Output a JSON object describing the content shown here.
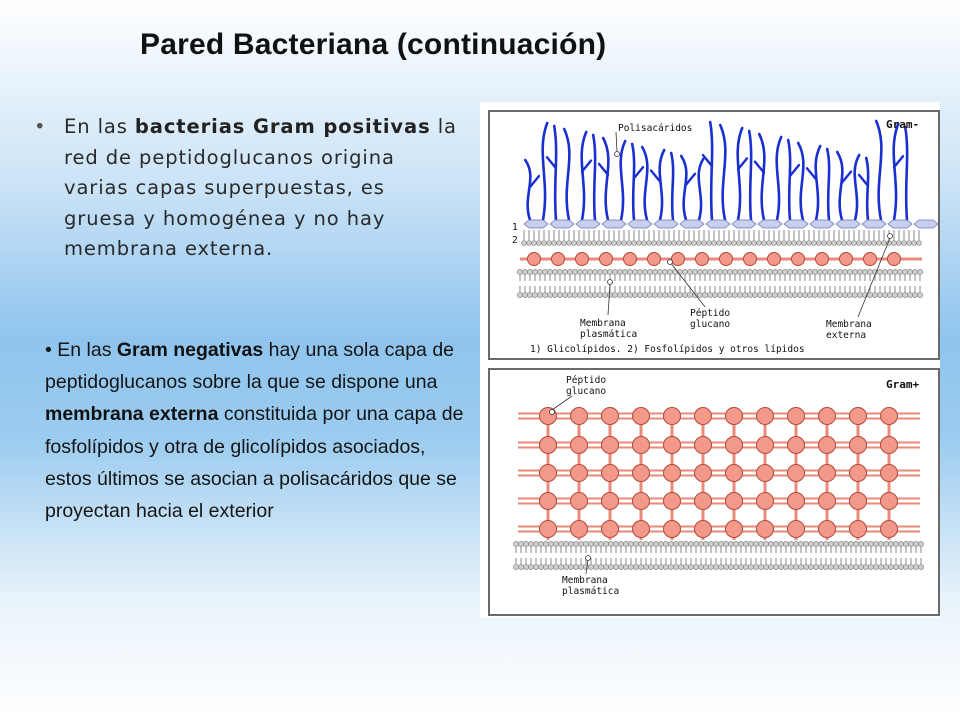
{
  "title": "Pared Bacteriana (continuación)",
  "paragraph1": {
    "bullet": "•",
    "t1": "En las ",
    "b1": "bacterias Gram positivas",
    "t2": " la red de peptidoglucanos origina varias capas superpuestas, es gruesa y homogénea y no hay membrana externa."
  },
  "paragraph2": {
    "bullet": "•",
    "t1": " En las ",
    "b1": "Gram negativas",
    "t2": " hay una sola capa de peptidoglucanos sobre la que se dispone una ",
    "b2": "membrana externa",
    "t3": " constituida por una capa de fosfolípidos y otra de glicolípidos asociados, estos últimos se asocian  a polisacáridos que se proyectan hacia el exterior"
  },
  "diagram_top": {
    "heading": "Gram-",
    "label_polisacaridos": "Polisacáridos",
    "marker_1": "1",
    "marker_2": "2",
    "label_membrana_plasmatica_1": "Membrana",
    "label_membrana_plasmatica_2": "plasmática",
    "label_peptido_1": "Péptido",
    "label_peptido_2": "glucano",
    "label_membrana_externa_1": "Membrana",
    "label_membrana_externa_2": "externa",
    "legend": "1) Glicolípidos. 2) Fosfolípidos y otros lípidos"
  },
  "diagram_bottom": {
    "heading": "Gram+",
    "label_peptido_1": "Péptido",
    "label_peptido_2": "glucano",
    "label_membrana_1": "Membrana",
    "label_membrana_2": "plasmática"
  },
  "colors": {
    "polysaccharide": "#1a2fd0",
    "node_fill": "#f2998a",
    "node_stroke": "#b5493a",
    "strand": "#e98a7a",
    "lipid_head": "#cfcfcf",
    "glycolipid": "#c9cfee"
  }
}
